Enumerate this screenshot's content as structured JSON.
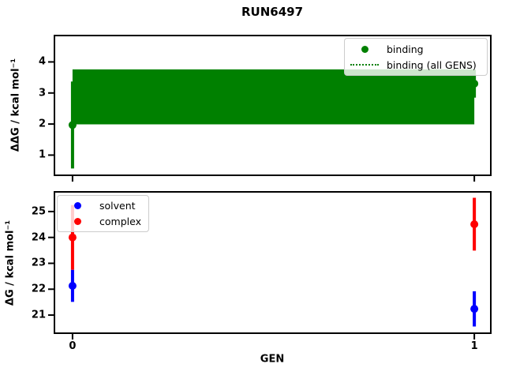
{
  "title": "RUN6497",
  "styles": {
    "background": "#ffffff",
    "spine_color": "#000000",
    "tick_color": "#000000",
    "legend_border": "#cccccc",
    "legend_bg": "rgba(255,255,255,0.8)"
  },
  "chart_data": [
    {
      "type": "errorbar",
      "panel": "top",
      "ylabel": "ΔΔG / kcal mol⁻¹",
      "xlabel": "",
      "xlim": [
        -0.045,
        1.041
      ],
      "ylim": [
        0.35,
        4.85
      ],
      "xticks": [
        0,
        1
      ],
      "xticklabels": [],
      "yticks": [
        1,
        2,
        3,
        4
      ],
      "grid": false,
      "x": [
        0,
        1
      ],
      "series": [
        {
          "name": "binding",
          "color": "#008000",
          "marker": "circle",
          "y": [
            1.97,
            3.3
          ],
          "yerr": [
            1.4,
            0.45
          ]
        }
      ],
      "band": {
        "name": "binding (all GENS)",
        "color": "#008000",
        "x": [
          0,
          1
        ],
        "lo": 1.99,
        "hi": 3.76,
        "center": 2.87,
        "center_linestyle": "dotted"
      },
      "legend": {
        "position": "upper-right",
        "entries": [
          {
            "label": "binding",
            "handle": "dot",
            "color": "#008000"
          },
          {
            "label": "binding (all GENS)",
            "handle": "dotted-line",
            "color": "#008000"
          }
        ]
      }
    },
    {
      "type": "errorbar",
      "panel": "bottom",
      "ylabel": "ΔG / kcal mol⁻¹",
      "xlabel": "GEN",
      "xlim": [
        -0.045,
        1.041
      ],
      "ylim": [
        20.3,
        25.76
      ],
      "xticks": [
        0,
        1
      ],
      "xticklabels": [
        "0",
        "1"
      ],
      "yticks": [
        21,
        22,
        23,
        24,
        25
      ],
      "grid": false,
      "x": [
        0,
        1
      ],
      "series": [
        {
          "name": "solvent",
          "color": "#0000ff",
          "marker": "circle",
          "y": [
            22.13,
            21.24
          ],
          "yerr": [
            0.62,
            0.68
          ]
        },
        {
          "name": "complex",
          "color": "#ff0000",
          "marker": "circle",
          "y": [
            24.0,
            24.51
          ],
          "yerr": [
            1.25,
            1.02
          ]
        }
      ],
      "legend": {
        "position": "upper-left",
        "entries": [
          {
            "label": "solvent",
            "handle": "dot",
            "color": "#0000ff"
          },
          {
            "label": "complex",
            "handle": "dot",
            "color": "#ff0000"
          }
        ]
      }
    }
  ]
}
